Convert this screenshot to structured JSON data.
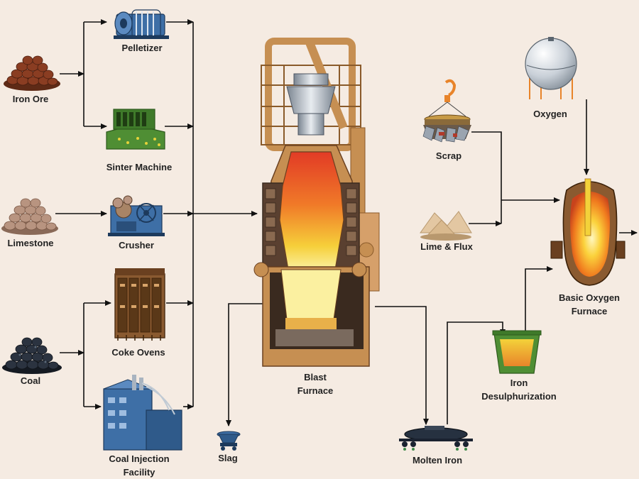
{
  "colors": {
    "background": "#f5ebe2",
    "line": "#111111",
    "furnace_brick": "#c68f52",
    "furnace_dark": "#3a2a1f",
    "hot_core": "#e8442a",
    "warm_core": "#f7d64a",
    "ore": "#8a3d22",
    "limestone": "#b89480",
    "coal": "#2b3340",
    "steel_blue": "#3e6fa6",
    "green": "#4f8e34"
  },
  "labels": {
    "iron_ore": "Iron Ore",
    "pelletizer": "Pelletizer",
    "sinter_machine": "Sinter Machine",
    "limestone": "Limestone",
    "crusher": "Crusher",
    "coke_ovens": "Coke Ovens",
    "coal": "Coal",
    "coal_injection": [
      "Coal Injection",
      "Facility"
    ],
    "blast_furnace": [
      "Blast",
      "Furnace"
    ],
    "slag": "Slag",
    "molten_iron": "Molten Iron",
    "iron_desulphurization": [
      "Iron",
      "Desulphurization"
    ],
    "scrap": "Scrap",
    "lime_flux": "Lime & Flux",
    "oxygen": "Oxygen",
    "basic_oxygen_furnace": [
      "Basic Oxygen",
      "Furnace"
    ]
  },
  "icons": {
    "iron_ore": "ore-pile-icon",
    "pelletizer": "pelletizer-drum-icon",
    "sinter_machine": "sinter-machine-icon",
    "limestone": "limestone-pile-icon",
    "crusher": "crusher-icon",
    "coke_ovens": "coke-ovens-icon",
    "coal": "coal-pile-icon",
    "coal_injection": "coal-injection-facility-icon",
    "blast_furnace": "blast-furnace-icon",
    "slag": "slag-ladle-icon",
    "molten_iron": "torpedo-car-icon",
    "iron_desulphurization": "ladle-icon",
    "scrap": "scrap-magnet-crane-icon",
    "lime_flux": "lime-flux-pile-icon",
    "oxygen": "oxygen-tank-icon",
    "basic_oxygen_furnace": "bof-converter-icon"
  }
}
